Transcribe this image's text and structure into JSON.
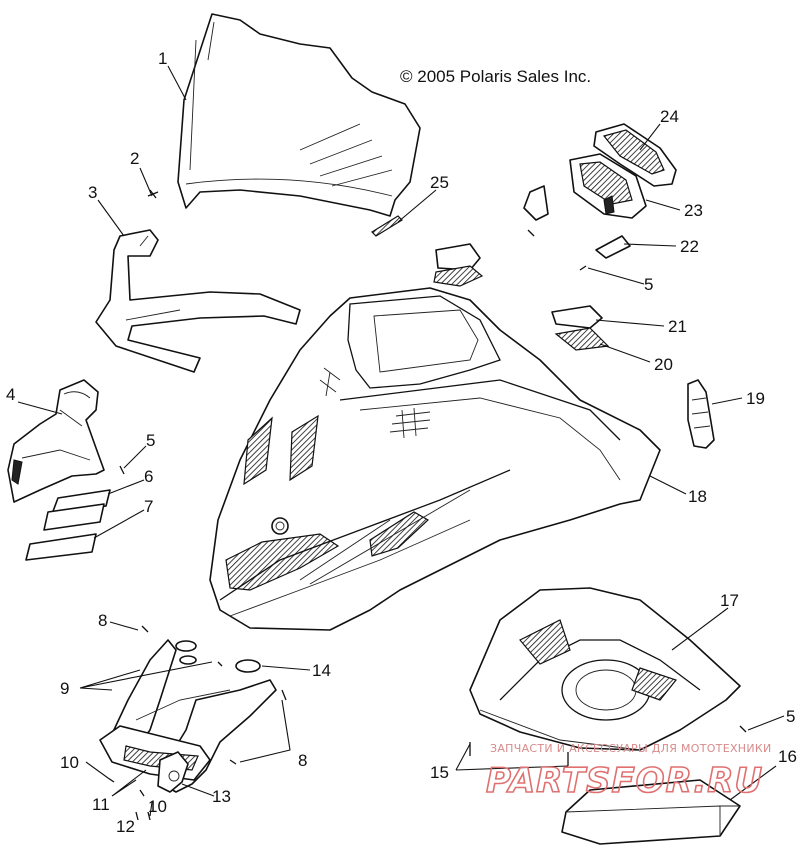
{
  "copyright": "© 2005 Polaris Sales Inc.",
  "watermark": {
    "top_text": "ЗАПЧАСТИ И АКСЕССУАРЫ ДЛЯ МОТОТЕХНИКИ",
    "logo_text": "PARTSFOR.RU"
  },
  "callouts": {
    "c1": "1",
    "c2": "2",
    "c3": "3",
    "c4": "4",
    "c5a": "5",
    "c5b": "5",
    "c5c": "5",
    "c6": "6",
    "c7": "7",
    "c8a": "8",
    "c8b": "8",
    "c9": "9",
    "c10a": "10",
    "c10b": "10",
    "c11": "11",
    "c12": "12",
    "c13": "13",
    "c14": "14",
    "c15": "15",
    "c16": "16",
    "c17": "17",
    "c18": "18",
    "c19": "19",
    "c20": "20",
    "c21": "21",
    "c22": "22",
    "c23": "23",
    "c24": "24",
    "c25": "25"
  }
}
